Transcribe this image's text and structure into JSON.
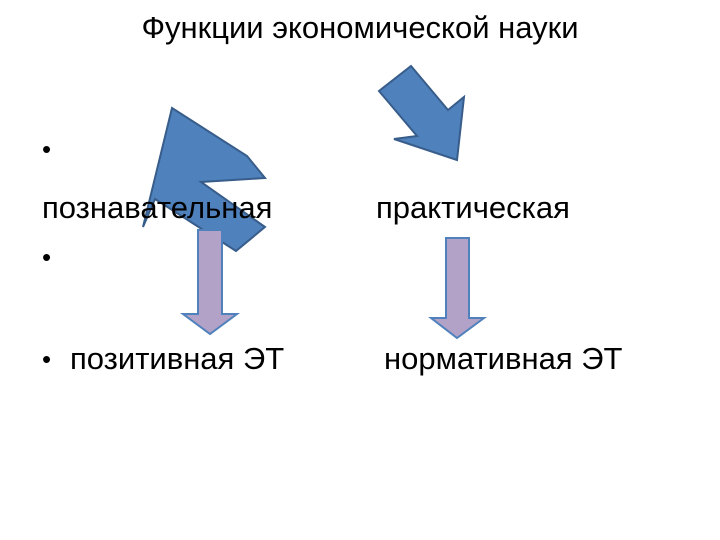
{
  "slide": {
    "title": "Функции экономической науки",
    "cognitive_label": "познавательная",
    "practical_label": "практическая",
    "positive_label": "позитивная ЭТ",
    "normative_label": "нормативная ЭТ",
    "bullet_symbol": "•"
  },
  "colors": {
    "blue_arrow_fill": "#4f81bd",
    "blue_arrow_stroke": "#385d8a",
    "purple_arrow_fill": "#b3a2c7",
    "purple_arrow_stroke": "#4f81bd"
  }
}
